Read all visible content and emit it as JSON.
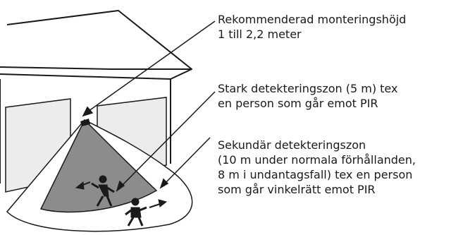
{
  "annotations": [
    {
      "id": "mounting-height",
      "lines": [
        "Rekommenderad monteringshöjd",
        "1 till 2,2 meter"
      ]
    },
    {
      "id": "strong-zone",
      "lines": [
        "Stark detekteringszon (5 m) tex",
        "en person som går emot PIR"
      ]
    },
    {
      "id": "secondary-zone",
      "lines": [
        "Sekundär detekteringszon",
        "(10 m under normala förhållanden,",
        "8 m i undantagsfall) tex en person",
        "som går vinkelrätt emot PIR"
      ]
    }
  ],
  "colors": {
    "line": "#1a1a1a",
    "strong_zone": "#8c8c8c",
    "secondary_zone": "#d9d9d9",
    "wall": "#ffffff",
    "door_panel": "#ececec",
    "background": "#ffffff"
  }
}
